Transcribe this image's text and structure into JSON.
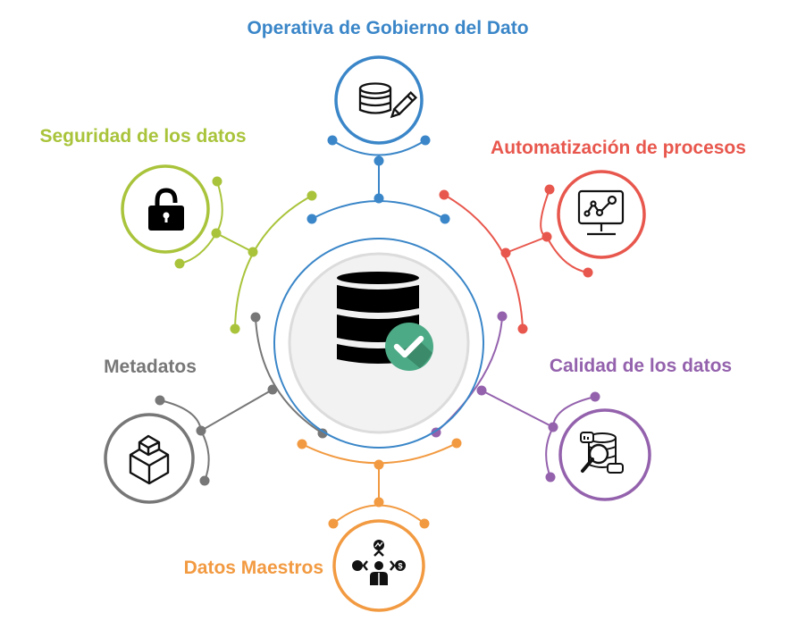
{
  "diagram": {
    "center": {
      "icon": "database-check-icon",
      "check_color": "#4caa86"
    },
    "nodes": [
      {
        "id": "operativa",
        "label": "Operativa de Gobierno del Dato",
        "color": "#3a86c8",
        "icon": "database-pencil-icon"
      },
      {
        "id": "automatizacion",
        "label": "Automatización de procesos",
        "color": "#e8574d",
        "icon": "monitor-chart-icon"
      },
      {
        "id": "calidad",
        "label": "Calidad de los datos",
        "color": "#9462ad",
        "icon": "database-magnifier-icon"
      },
      {
        "id": "maestros",
        "label": "Datos Maestros",
        "color": "#f29a41",
        "icon": "manager-decision-icon"
      },
      {
        "id": "metadatos",
        "label": "Metadatos",
        "color": "#777777",
        "icon": "cube-box-icon"
      },
      {
        "id": "seguridad",
        "label": "Seguridad de los datos",
        "color": "#a9c43b",
        "icon": "padlock-icon"
      }
    ]
  }
}
